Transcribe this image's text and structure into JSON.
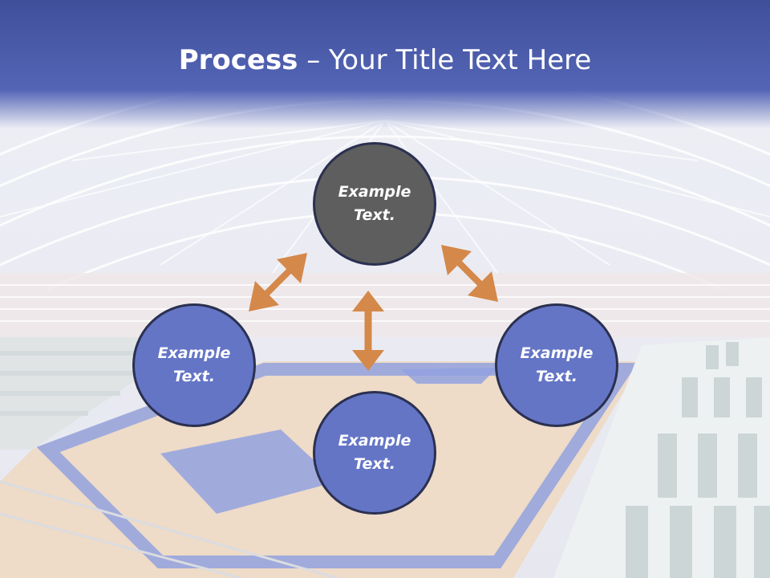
{
  "slide": {
    "title_bold": "Process",
    "title_rest": " – Your Title Text Here"
  },
  "diagram": {
    "nodes": [
      {
        "id": "top",
        "label": "Example Text.",
        "style": "dark"
      },
      {
        "id": "left",
        "label": "Example Text.",
        "style": "blue"
      },
      {
        "id": "right",
        "label": "Example Text.",
        "style": "blue"
      },
      {
        "id": "bottom",
        "label": "Example Text.",
        "style": "blue"
      }
    ],
    "connectors": [
      {
        "from": "top",
        "to": "left",
        "type": "double-arrow"
      },
      {
        "from": "top",
        "to": "right",
        "type": "double-arrow"
      },
      {
        "from": "top",
        "to": "bottom",
        "type": "double-arrow"
      }
    ]
  },
  "colors": {
    "title_band": "#4e5fae",
    "node_dark": "#5e5e5e",
    "node_blue": "#6475c6",
    "node_border": "#2b3050",
    "arrow": "#d4884a",
    "court_blue": "#6f84d6",
    "court_wood": "#e8cfb6"
  }
}
